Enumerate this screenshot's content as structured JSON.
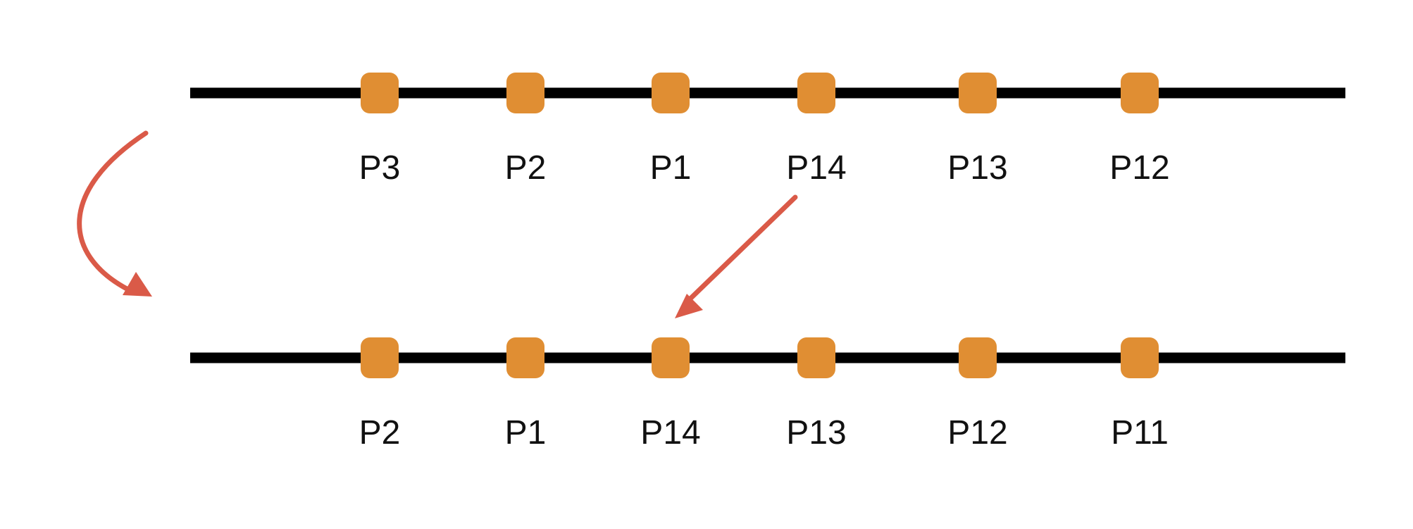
{
  "colors": {
    "track": "#000000",
    "node": "#E08E33",
    "arrow": "#DA5A48",
    "label": "#111111"
  },
  "rows": [
    {
      "id": "before",
      "nodes": [
        {
          "label": "P3"
        },
        {
          "label": "P2"
        },
        {
          "label": "P1"
        },
        {
          "label": "P14"
        },
        {
          "label": "P13"
        },
        {
          "label": "P12"
        }
      ]
    },
    {
      "id": "after",
      "nodes": [
        {
          "label": "P2"
        },
        {
          "label": "P1"
        },
        {
          "label": "P14"
        },
        {
          "label": "P13"
        },
        {
          "label": "P12"
        },
        {
          "label": "P11"
        }
      ]
    }
  ],
  "arrows": [
    {
      "id": "transition-arrow",
      "shape": "curved",
      "meaning": "row transition"
    },
    {
      "id": "p14-shift-arrow",
      "shape": "straight",
      "meaning": "P14 moves"
    }
  ]
}
